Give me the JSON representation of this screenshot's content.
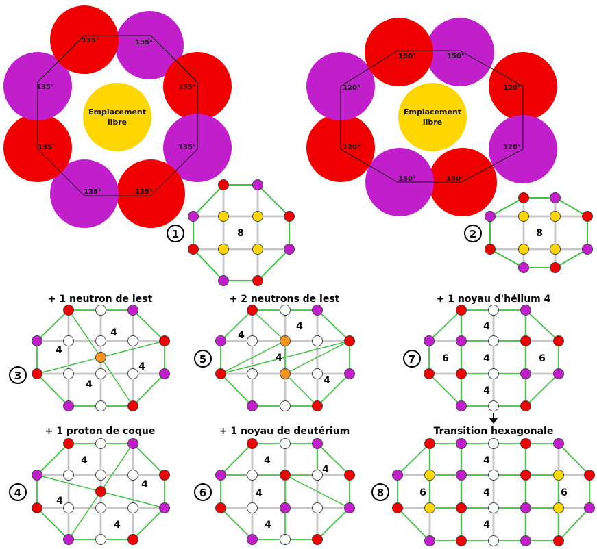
{
  "ring_left": {
    "center_label_1": "Emplacement",
    "center_label_2": "libre",
    "angles": [
      "135°",
      "135°",
      "135°",
      "135°",
      "135°",
      "135°",
      "135°",
      "135°"
    ]
  },
  "ring_right": {
    "center_label_1": "Emplacement",
    "center_label_2": "libre",
    "angles": [
      "150°",
      "150°",
      "120°",
      "120°",
      "150°",
      "150°",
      "120°",
      "120°"
    ]
  },
  "panels": {
    "p1": {
      "badge": "1",
      "counts": [
        "8"
      ]
    },
    "p2": {
      "badge": "2",
      "counts": [
        "8"
      ]
    },
    "p3": {
      "title": "+ 1 neutron de lest",
      "badge": "3",
      "counts": [
        "4",
        "4",
        "4",
        "4"
      ]
    },
    "p4": {
      "title": "+ 1 proton de coque",
      "badge": "4",
      "counts": [
        "4",
        "4",
        "4",
        "4"
      ]
    },
    "p5": {
      "title": "+ 2 neutrons de lest",
      "badge": "5",
      "counts": [
        "4",
        "4",
        "4",
        "4"
      ]
    },
    "p6": {
      "title": "+ 1 noyau de deutérium",
      "badge": "6",
      "counts": [
        "4",
        "4",
        "4",
        "4"
      ]
    },
    "p7": {
      "title": "+ 1 noyau d'hélium 4",
      "badge": "7",
      "counts": [
        "4",
        "6",
        "4",
        "6",
        "4"
      ]
    },
    "p8": {
      "title": "Transition hexagonale",
      "badge": "8",
      "counts": [
        "4",
        "6",
        "4",
        "6",
        "4"
      ]
    }
  },
  "colors": {
    "proton": "#f00000",
    "neutron": "#c21fcc",
    "helium": "#ffd700",
    "ballast": "#ffffff",
    "moved": "#f7941d",
    "bond": "#3ec43e",
    "grid": "#c8c8c8"
  }
}
